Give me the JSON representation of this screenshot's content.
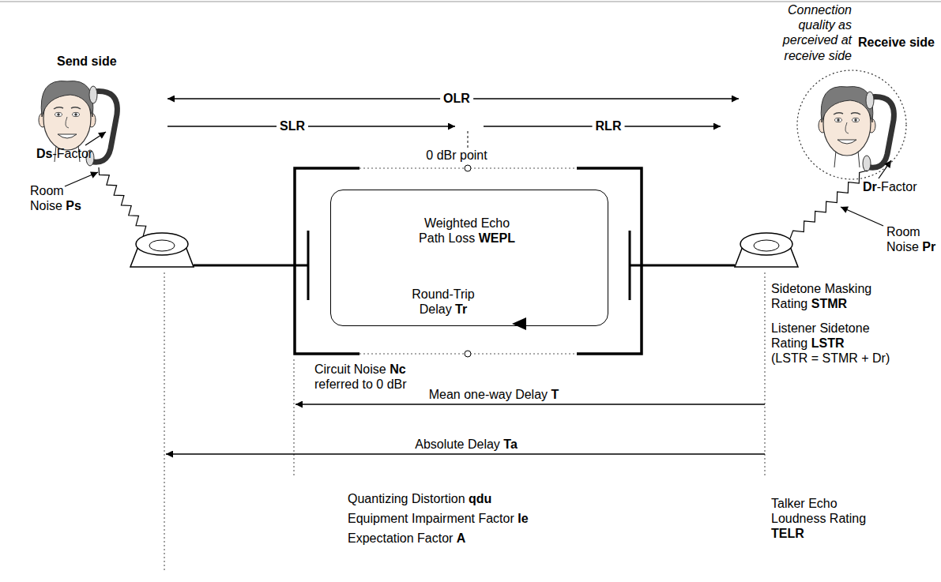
{
  "diagram": {
    "nodes": [
      {
        "text": [
          "Weighted Echo Path Loss WEPL",
          "Round-Trip Delay Tr"
        ]
      },
      {
        "text": [
          "Connection quality as perceived at receive side"
        ]
      }
    ],
    "labels": [
      "Send side",
      "Receive side",
      "OLR",
      "SLR",
      "RLR",
      "0 dBr point",
      "Ds-Factor",
      "Room Noise Ps",
      "Dr-Factor",
      "Room Noise Pr",
      "Sidetone Masking Rating STMR",
      "Listener Sidetone Rating LSTR (LSTR = STMR + Dr)",
      "Circuit Noise Nc referred to 0 dBr",
      "Mean one-way Delay T",
      "Absolute Delay Ta",
      "Quantizing Distortion qdu",
      "Equipment Impairment Factor Ie",
      "Expectation Factor A",
      "Talker Echo Loudness Rating TELR"
    ]
  }
}
